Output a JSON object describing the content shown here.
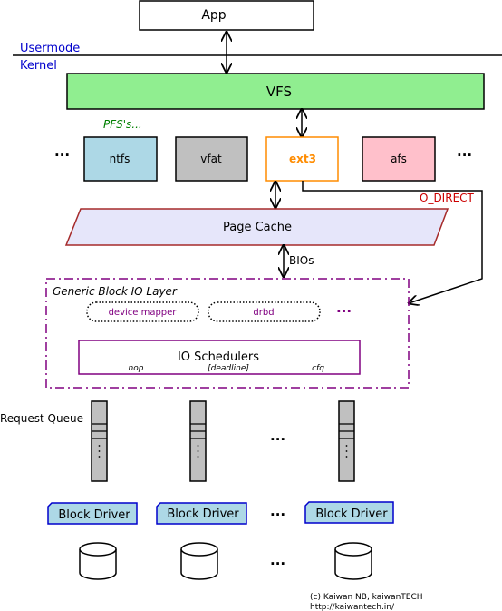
{
  "app": "App",
  "usermode": "Usermode",
  "kernel": "Kernel",
  "vfs": "VFS",
  "pfs_label": "PFS's...",
  "filesystems": {
    "ntfs": "ntfs",
    "vfat": "vfat",
    "ext3": "ext3",
    "afs": "afs"
  },
  "ellipsis": "...",
  "o_direct": "O_DIRECT",
  "page_cache": "Page Cache",
  "bios": "BIOs",
  "generic_block_layer": "Generic Block IO Layer",
  "device_mapper": "device mapper",
  "drbd": "drbd",
  "io_schedulers": "IO Schedulers",
  "schedulers": {
    "nop": "nop",
    "deadline": "[deadline]",
    "cfq": "cfq"
  },
  "request_queue": "Request Queue",
  "block_driver": "Block Driver",
  "copyright_line1": "(c) Kaiwan NB, kaiwanTECH",
  "copyright_line2": "http://kaiwantech.in/",
  "colors": {
    "vfs_fill": "#90ee90",
    "ntfs_fill": "#add8e6",
    "vfat_fill": "#c0c0c0",
    "ext3_border": "#ff8c00",
    "afs_fill": "#ffc0cb",
    "page_cache_fill": "#e6e6fa",
    "page_cache_border": "#a52a2a",
    "block_layer_border": "#800080",
    "block_driver_fill": "#add8e6",
    "block_driver_border": "#0000cc",
    "queue_fill": "#c0c0c0"
  }
}
